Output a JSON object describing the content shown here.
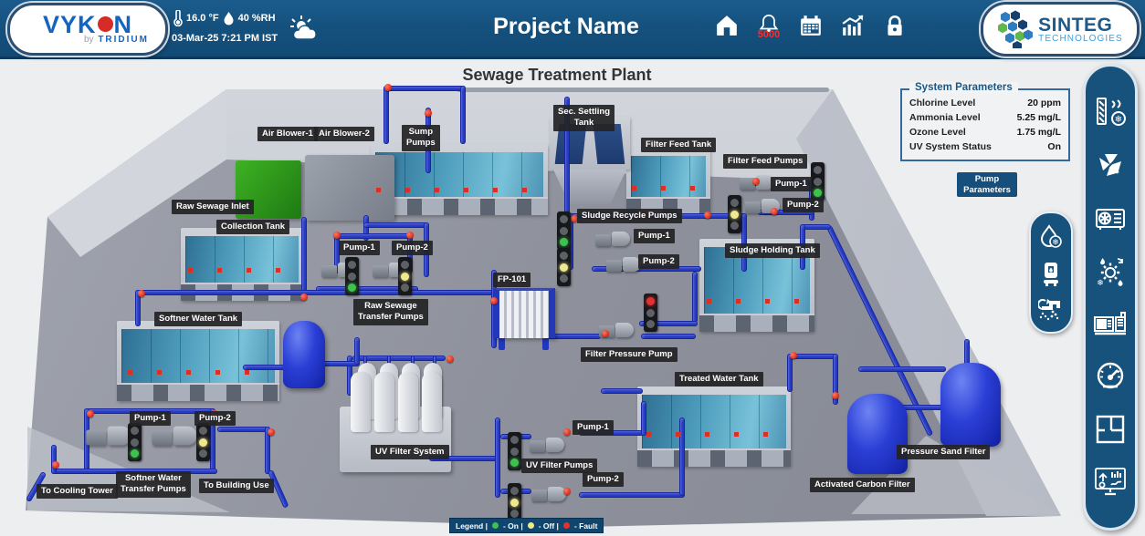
{
  "header": {
    "brand_left": {
      "name": "VYKON",
      "byline_by": "by",
      "byline_brand": "TRIDIUM"
    },
    "weather": {
      "temperature": "16.0 °F",
      "humidity": "40 %RH",
      "datetime": "03-Mar-25 7:21 PM IST"
    },
    "title": "Project Name",
    "alarm_count": "5000",
    "icons": [
      "home-icon",
      "alarm-bell-icon",
      "calendar-icon",
      "trend-chart-icon",
      "lock-icon"
    ],
    "brand_right": {
      "name": "SINTEG",
      "sub": "TECHNOLOGIES"
    }
  },
  "page_title": "Sewage Treatment Plant",
  "system_parameters": {
    "title": "System Parameters",
    "rows": [
      {
        "label": "Chlorine Level",
        "value": "20 ppm"
      },
      {
        "label": "Ammonia Level",
        "value": "5.25 mg/L"
      },
      {
        "label": "Ozone Level",
        "value": "1.75 mg/L"
      },
      {
        "label": "UV System Status",
        "value": "On"
      }
    ]
  },
  "buttons": {
    "pump_parameters": "Pump\nParameters"
  },
  "equipment_labels": {
    "air_blower_1": "Air Blower-1",
    "air_blower_2": "Air Blower-2",
    "sump_pumps": "Sump\nPumps",
    "sec_settling_tank": "Sec. Settling\nTank",
    "filter_feed_tank": "Filter Feed Tank",
    "filter_feed_pumps": "Filter Feed Pumps",
    "ff_pump_1": "Pump-1",
    "ff_pump_2": "Pump-2",
    "raw_sewage_inlet": "Raw Sewage Inlet",
    "collection_tank": "Collection Tank",
    "rst_pump_1": "Pump-1",
    "rst_pump_2": "Pump-2",
    "raw_sewage_transfer_pumps": "Raw Sewage\nTransfer Pumps",
    "sludge_recycle_pumps": "Sludge Recycle Pumps",
    "sr_pump_1": "Pump-1",
    "sr_pump_2": "Pump-2",
    "fp_101": "FP-101",
    "filter_pressure_pump": "Filter Pressure Pump",
    "sludge_holding_tank": "Sludge Holding Tank",
    "softner_water_tank": "Softner Water Tank",
    "sw_pump_1": "Pump-1",
    "sw_pump_2": "Pump-2",
    "to_cooling_tower": "To Cooling Tower",
    "softner_water_transfer_pumps": "Softner Water\nTransfer Pumps",
    "to_building_use": "To Building Use",
    "uv_filter_system": "UV Filter System",
    "uv_filter_pumps": "UV Filter Pumps",
    "uv_pump_1": "Pump-1",
    "uv_pump_2": "Pump-2",
    "treated_water_tank": "Treated Water Tank",
    "pressure_sand_filter": "Pressure Sand Filter",
    "activated_carbon_filter": "Activated Carbon Filter"
  },
  "pump_status": {
    "ff_pump_1": "on",
    "ff_pump_2": "off",
    "rst_pump_1": "on",
    "rst_pump_2": "off",
    "sr_pump_1": "on",
    "sr_pump_2": "off",
    "filter_pressure_pump": "fault",
    "sw_pump_1": "on",
    "sw_pump_2": "off",
    "uv_pump_1": "on",
    "uv_pump_2": "off"
  },
  "legend": {
    "prefix": "Legend |",
    "items": [
      {
        "label": "- On |",
        "status": "On",
        "color": "#3EC24D"
      },
      {
        "label": "- Off |",
        "status": "Off",
        "color": "#EFE98D"
      },
      {
        "label": "- Fault",
        "status": "Fault",
        "color": "#E23131"
      }
    ]
  },
  "sidebar_icons": [
    "ahu-coil-icon",
    "ventilation-fan-icon",
    "condensing-unit-icon",
    "plant-utility-icon",
    "generator-icon",
    "gauge-icon",
    "floor-plan-icon",
    "bms-dashboard-icon"
  ],
  "quick_panel_icons": [
    "chilled-water-icon",
    "hot-water-generator-icon",
    "water-treatment-icon"
  ],
  "colors": {
    "header_blue": "#15517E",
    "panel_blue": "#17527D",
    "brand_blue": "#1565BF",
    "brand_red": "#D62B27",
    "sinteg_dark": "#1B5A8A",
    "sinteg_light": "#3F9FD8",
    "alarm_red": "#FF2B2B",
    "status_on": "#3EC24D",
    "status_off": "#EFE98D",
    "status_fault": "#E23131",
    "pipe_blue": "#2439C2"
  }
}
